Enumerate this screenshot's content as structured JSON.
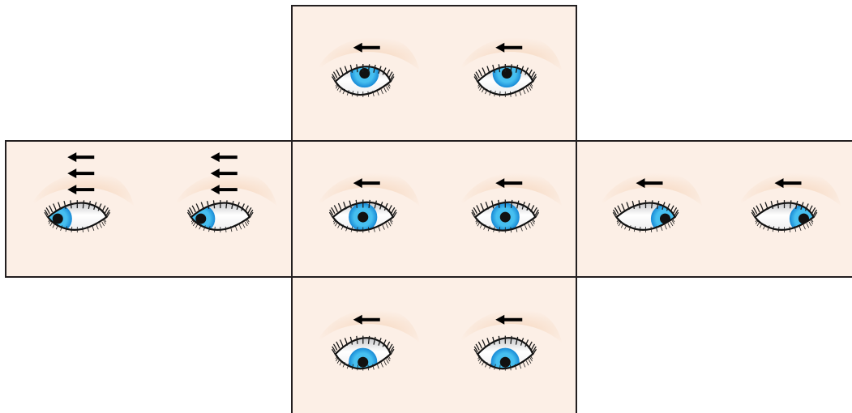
{
  "colors": {
    "panel_fill": "#fcefe6",
    "panel_border": "#231f20",
    "brow": "#f6d6bc",
    "iris_outer": "#1d8fd8",
    "iris_inner": "#46bff0",
    "pupil": "#111111",
    "sclera": "#ffffff",
    "sclera_shade": "#c9c9cb",
    "arrow": "#000000",
    "lash": "#1a1a1a"
  },
  "panels": [
    {
      "id": "up",
      "arrow_count": 1,
      "eyes": [
        {
          "side": "left-eye",
          "gaze": "up"
        },
        {
          "side": "right-eye",
          "gaze": "up"
        }
      ]
    },
    {
      "id": "left",
      "arrow_count": 3,
      "eyes": [
        {
          "side": "left-eye",
          "gaze": "left"
        },
        {
          "side": "right-eye",
          "gaze": "left"
        }
      ]
    },
    {
      "id": "center",
      "arrow_count": 1,
      "eyes": [
        {
          "side": "left-eye",
          "gaze": "center"
        },
        {
          "side": "right-eye",
          "gaze": "center"
        }
      ]
    },
    {
      "id": "right",
      "arrow_count": 1,
      "eyes": [
        {
          "side": "left-eye",
          "gaze": "right"
        },
        {
          "side": "right-eye",
          "gaze": "right"
        }
      ]
    },
    {
      "id": "down",
      "arrow_count": 1,
      "eyes": [
        {
          "side": "left-eye",
          "gaze": "down"
        },
        {
          "side": "right-eye",
          "gaze": "down"
        }
      ]
    }
  ]
}
